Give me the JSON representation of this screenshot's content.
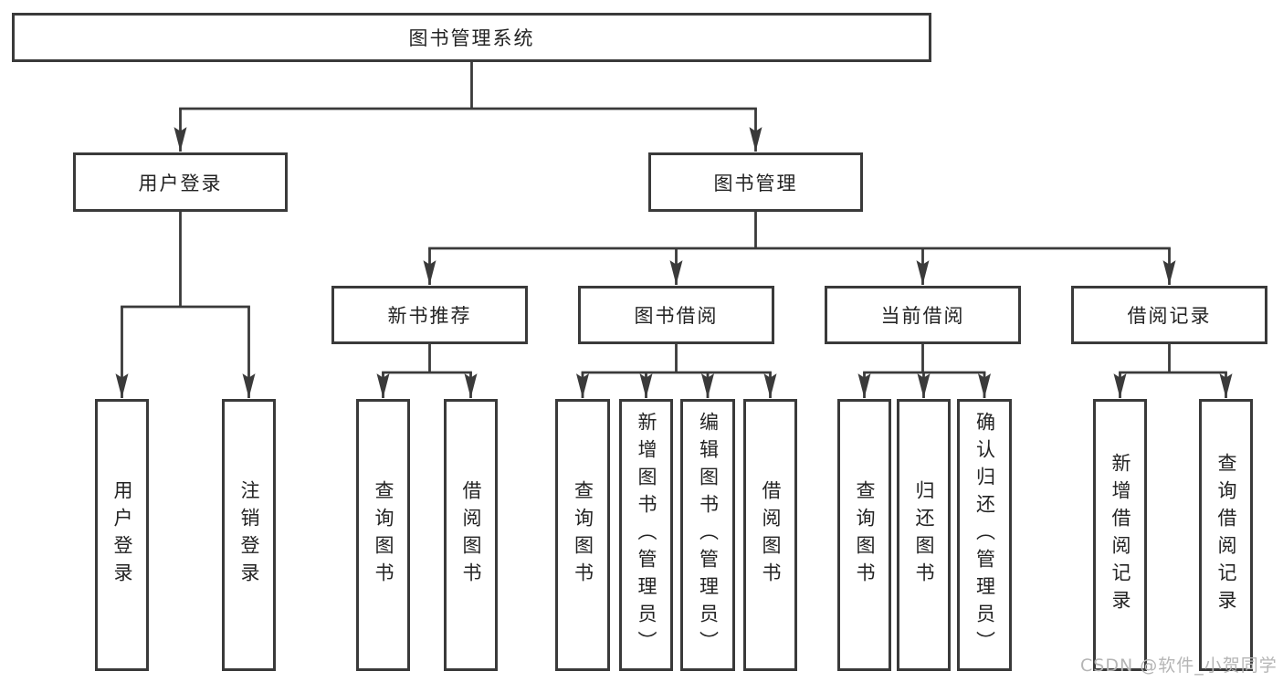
{
  "tree": {
    "label": "图书管理系统",
    "children": [
      {
        "label": "用户登录",
        "children": [
          {
            "label": "用户登录"
          },
          {
            "label": "注销登录"
          }
        ]
      },
      {
        "label": "图书管理",
        "children": [
          {
            "label": "新书推荐",
            "children": [
              {
                "label": "查询图书"
              },
              {
                "label": "借阅图书"
              }
            ]
          },
          {
            "label": "图书借阅",
            "children": [
              {
                "label": "查询图书"
              },
              {
                "label": "新增图书（管理员）"
              },
              {
                "label": "编辑图书（管理员）"
              },
              {
                "label": "借阅图书"
              }
            ]
          },
          {
            "label": "当前借阅",
            "children": [
              {
                "label": "查询图书"
              },
              {
                "label": "归还图书"
              },
              {
                "label": "确认归还（管理员）"
              }
            ]
          },
          {
            "label": "借阅记录",
            "children": [
              {
                "label": "新增借阅记录"
              },
              {
                "label": "查询借阅记录"
              }
            ]
          }
        ]
      }
    ]
  },
  "watermark": {
    "text": "CSDN @软件_小贺同学"
  },
  "colors": {
    "line": "#3a3a3a",
    "box_background": "#ffffff",
    "text": "#232323",
    "watermark": "#b5b5b5"
  }
}
